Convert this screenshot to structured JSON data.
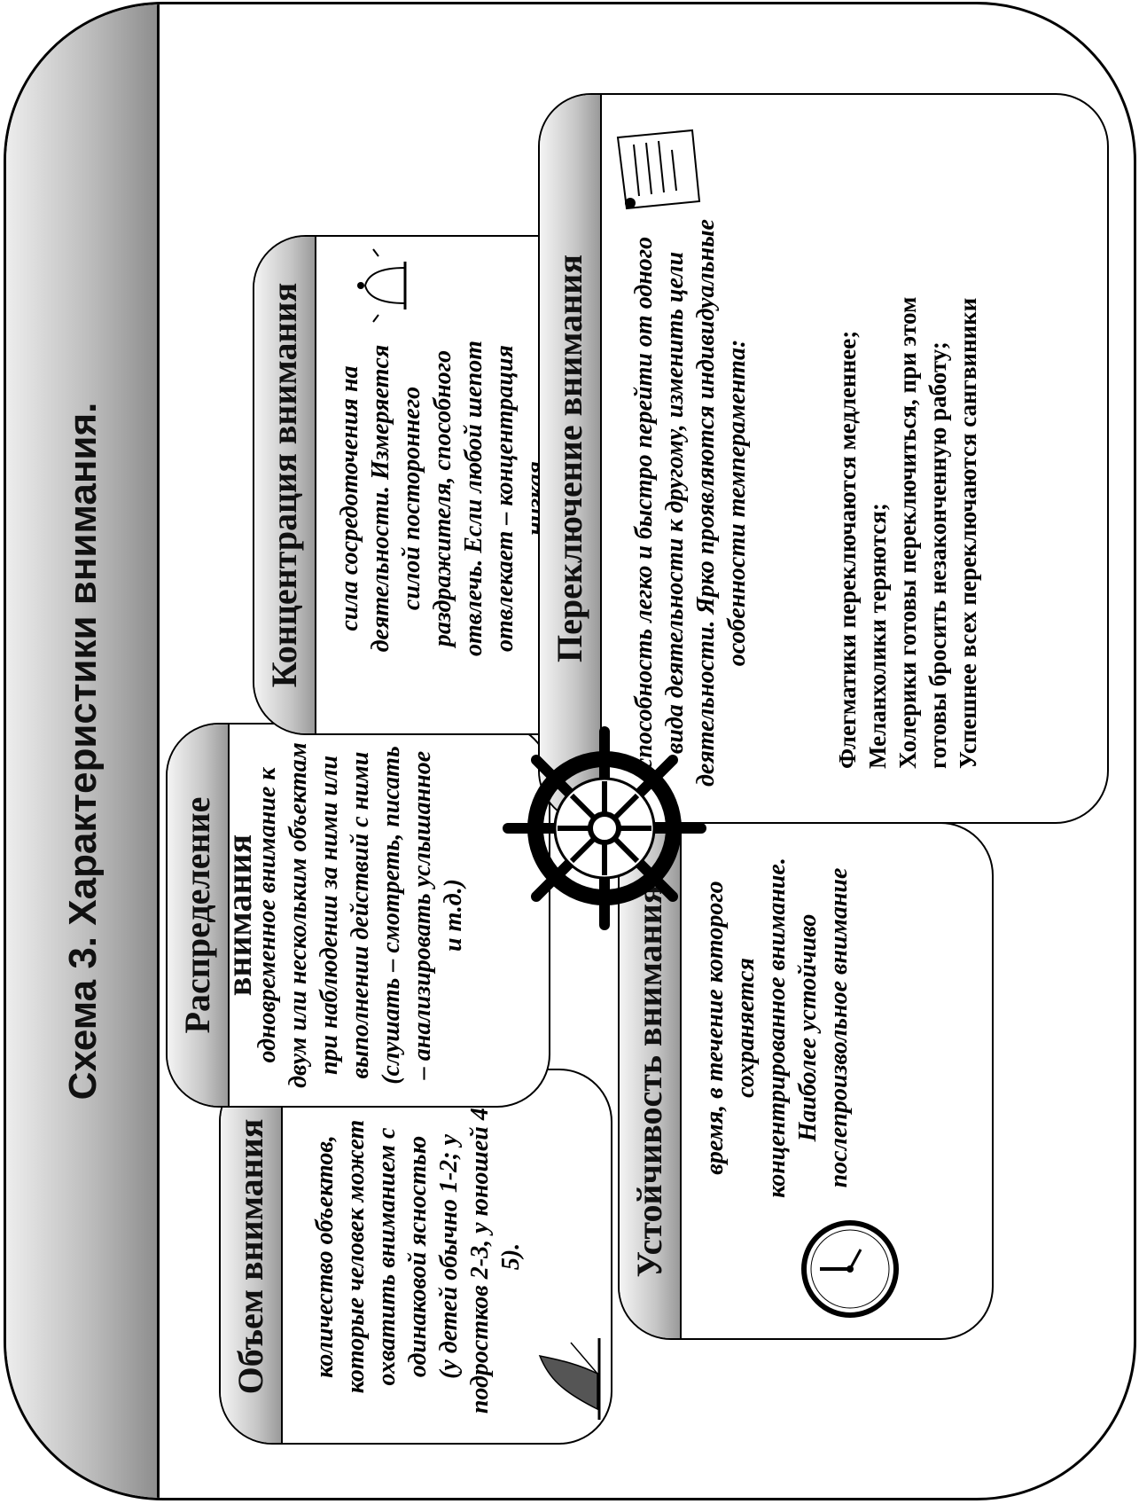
{
  "title": "Схема 3. Характеристики внимания.",
  "cards": {
    "volume": {
      "title": "Объем внимания",
      "text": "количество объектов, которые человек может охватить вниманием с одинаковой ясностью",
      "note": "(у детей обычно 1-2; у подростков 2-3, у юношей 4-5)."
    },
    "distribution": {
      "title": "Распределение внимания",
      "text": "одновременное внимание к двум или нескольким объектам при наблюдении за ними или выполнении действий с ними (слушать – смотреть, писать – анализировать услышанное и т.д.)"
    },
    "concentration": {
      "title": "Концентрация внимания",
      "text": "сила сосредоточения на деятельности. Измеряется силой постороннего раздражителя, способного отвлечь. Если любой шепот отвлекает – концентрация низкая"
    },
    "stability": {
      "title": "Устойчивость внимания",
      "text": "время, в течение которого сохраняется концентрированное внимание. Наиболее устойчиво послепроизвольное внимание"
    },
    "switching": {
      "title": "Переключение внимания",
      "text": "способность легко и быстро перейти от одного вида деятельности к другому, изменить цели деятельности. Ярко проявляются индивидуальные особенности темперамента:",
      "lines": [
        "Флегматики переключаются медленнее;",
        "Меланхолики теряются;",
        "Холерики готовы переключиться, при этом",
        "готовы бросить незаконченную работу;",
        "Успешнее всех переключаются сангвиники"
      ]
    }
  },
  "icons": [
    "sail-icon",
    "clock-icon",
    "ship-wheel-icon",
    "bell-icon",
    "note-paper-icon"
  ]
}
